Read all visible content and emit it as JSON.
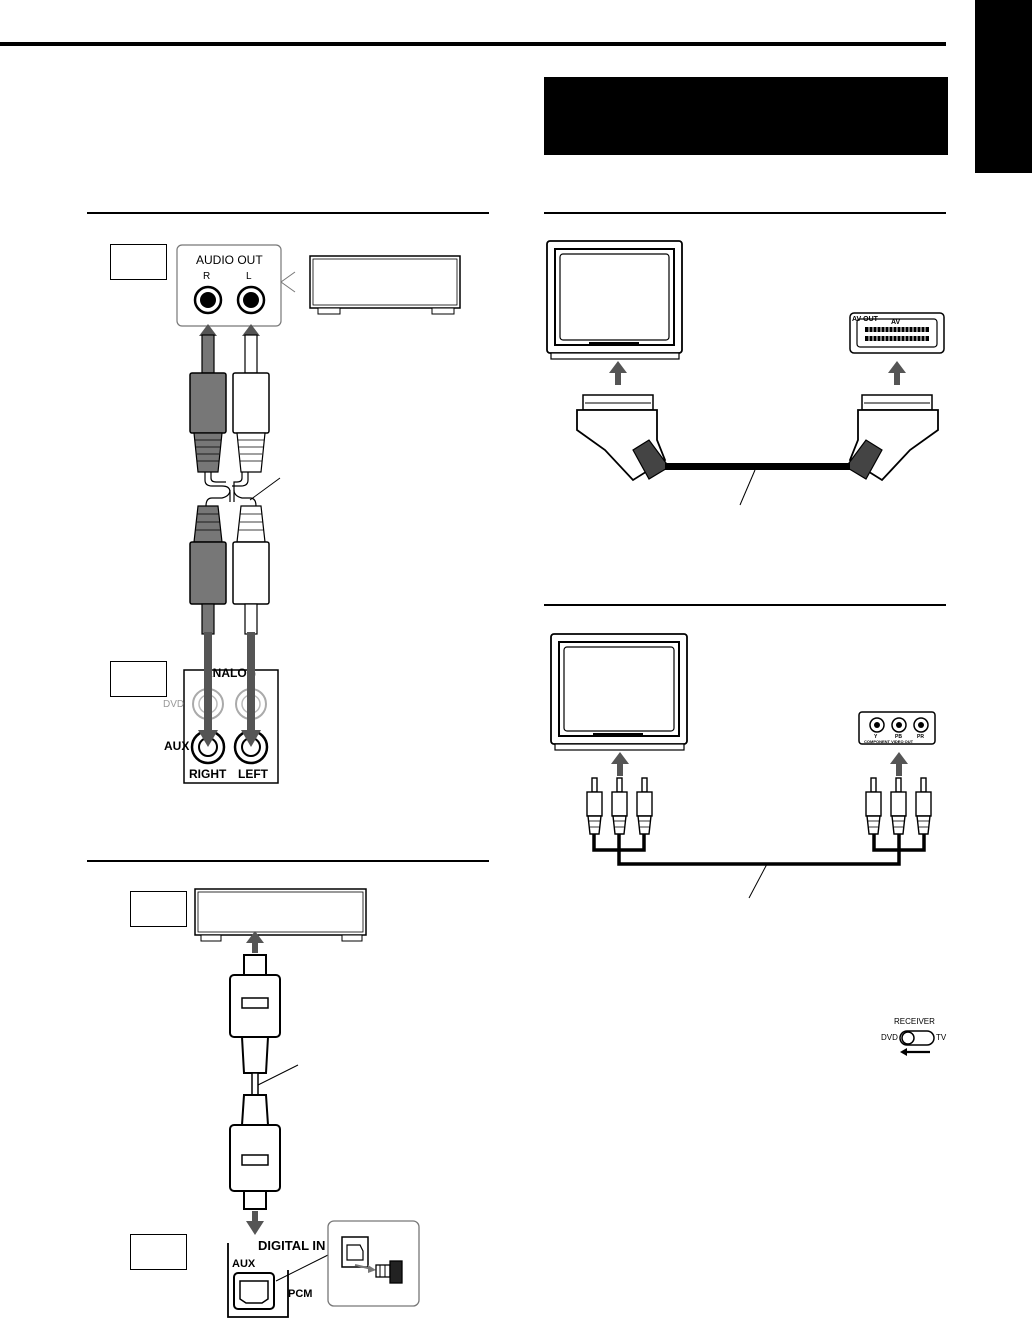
{
  "figure1": {
    "audio_out_label": "AUDIO OUT",
    "r_label": "R",
    "l_label": "L",
    "analog_label": "ANALOG",
    "dvd_label": "DVD",
    "aux_label": "AUX",
    "right_label": "RIGHT",
    "left_label": "LEFT"
  },
  "figure2": {
    "digital_in_label": "DIGITAL IN",
    "aux_label": "AUX",
    "pcm_label": "PCM"
  },
  "figure3": {
    "av_out_label": "AV OUT",
    "av_label": "AV"
  },
  "figure4": {
    "y_label": "Y",
    "pb_label": "PB",
    "pr_label": "PR",
    "component_label": "COMPONENT VIDEO OUT"
  },
  "switch": {
    "receiver_label": "RECEIVER",
    "dvd_label": "DVD",
    "tv_label": "TV"
  }
}
